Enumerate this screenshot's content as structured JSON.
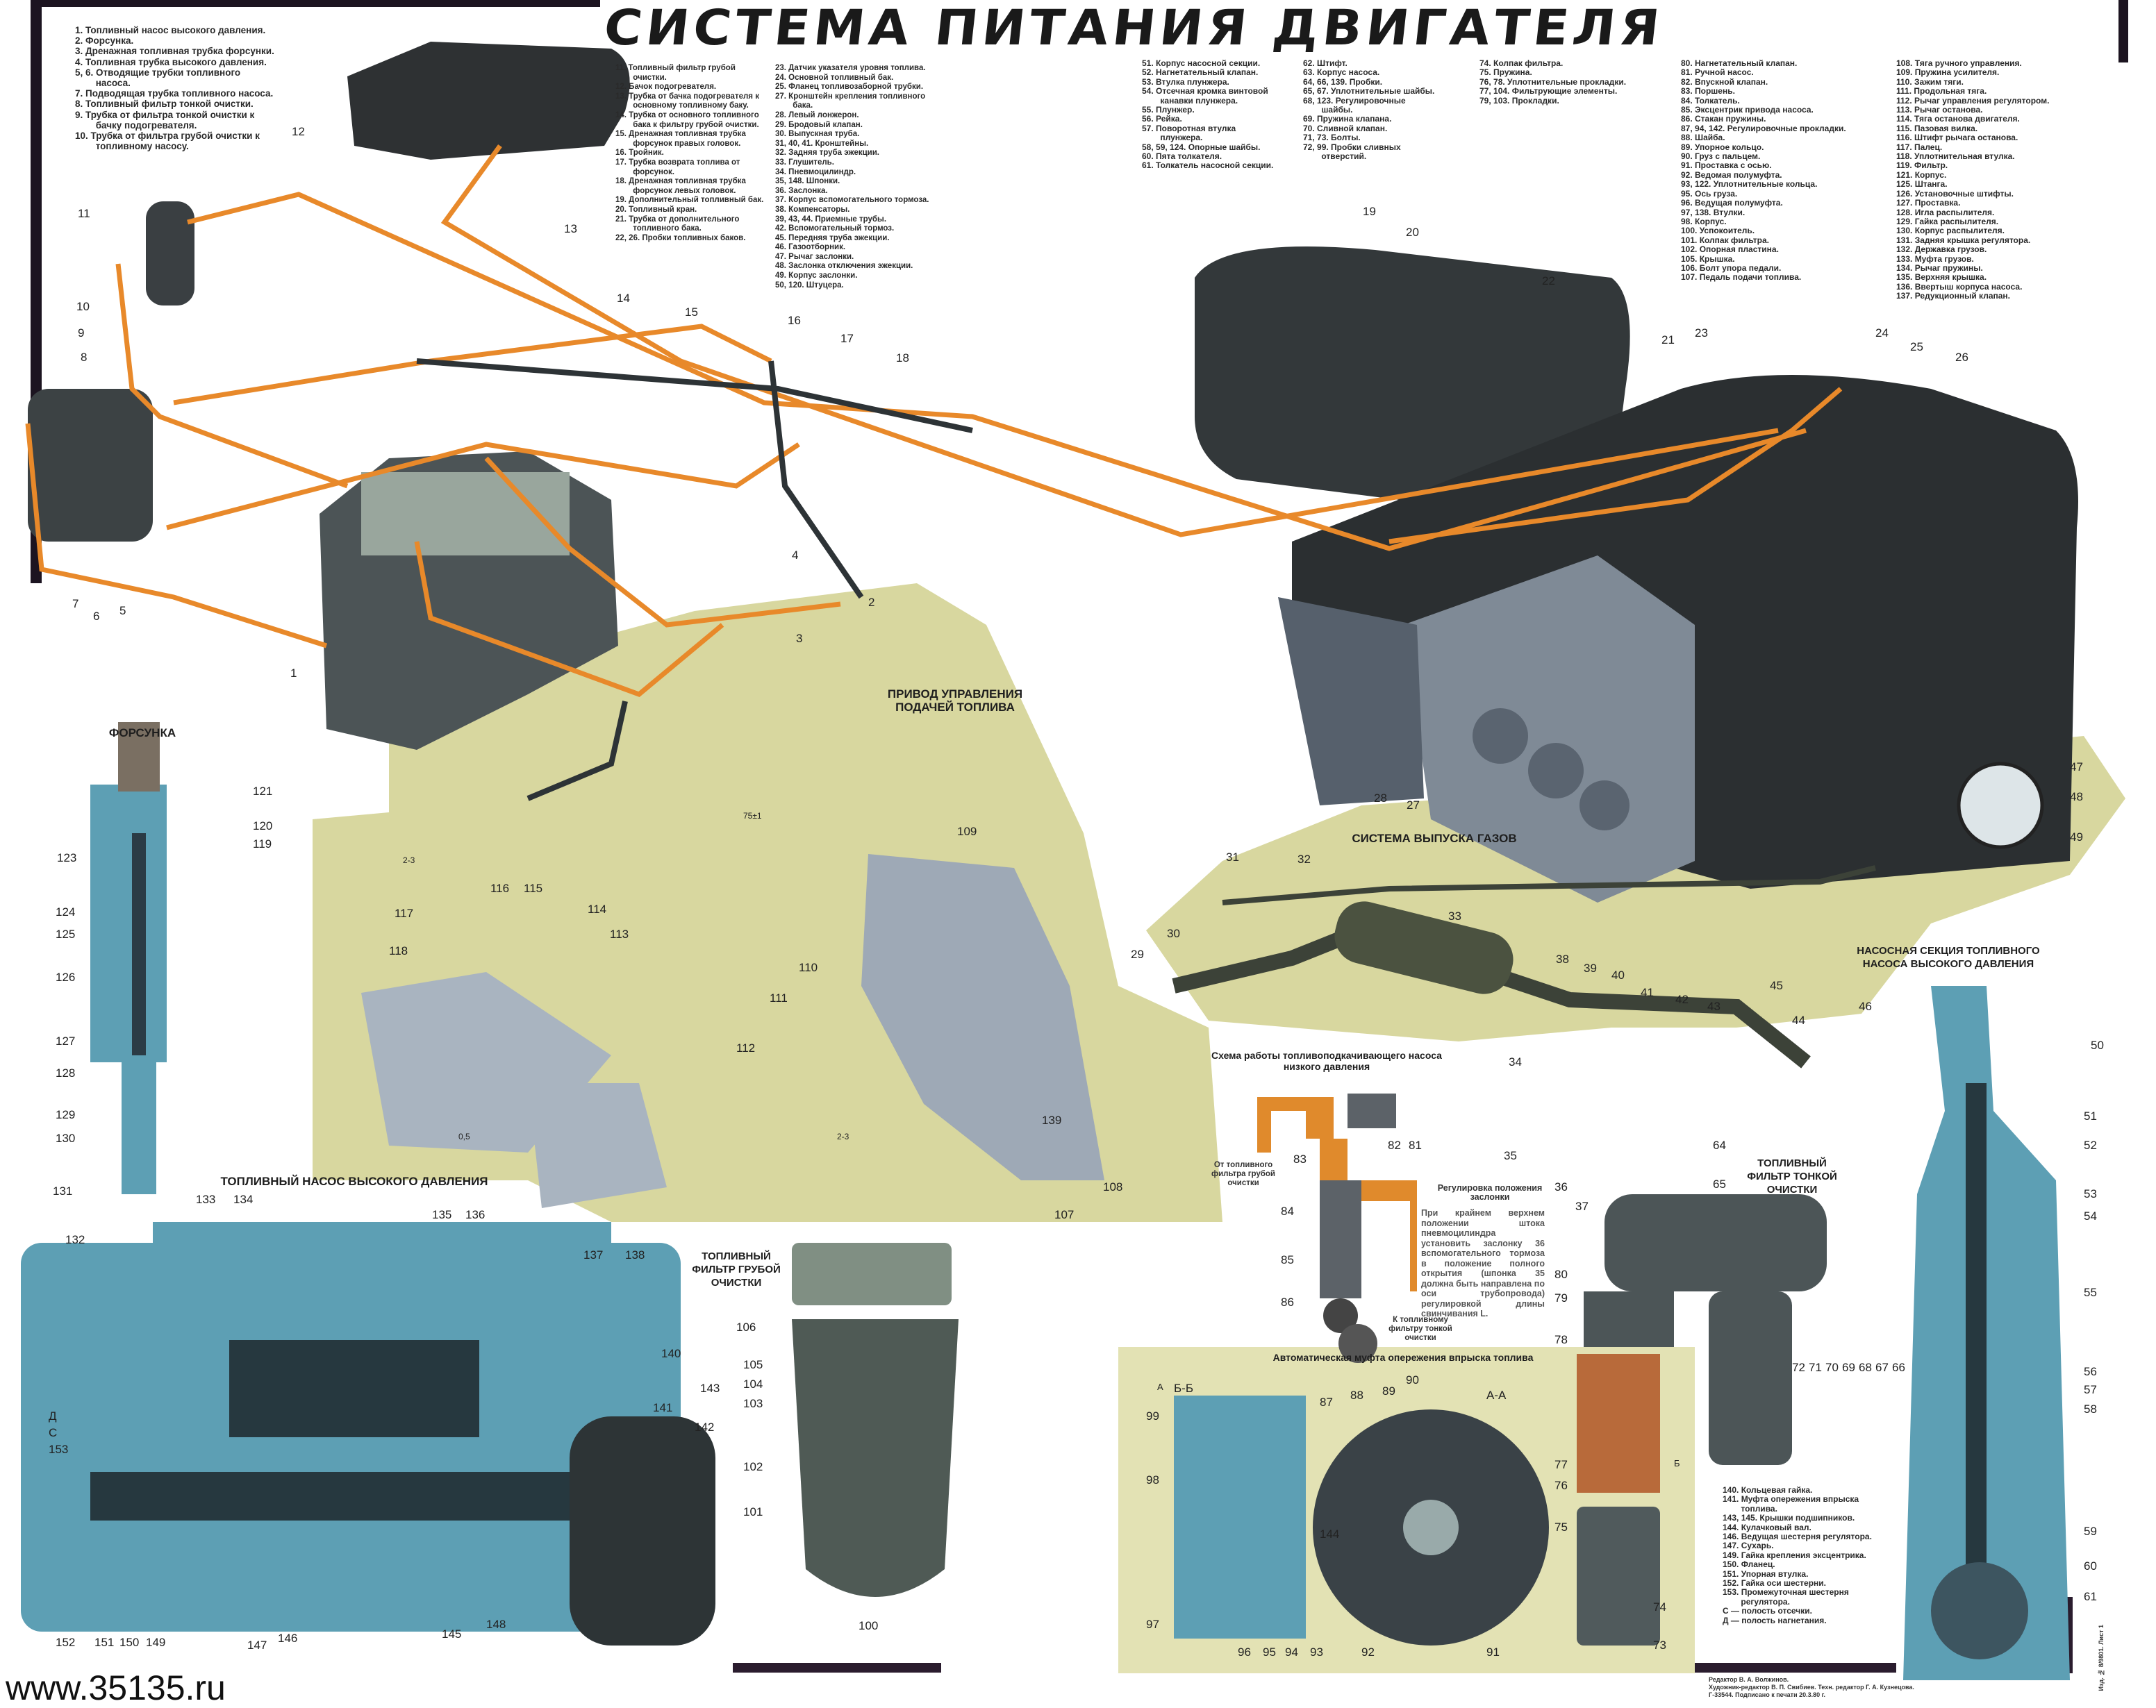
{
  "title": "СИСТЕМА ПИТАНИЯ ДВИГАТЕЛЯ",
  "website": "www.35135.ru",
  "colors": {
    "fuel_line": "#e8892a",
    "tank": "#2e3234",
    "panel_bg": "#d8d79f",
    "section_blue": "#5d9fb4",
    "pedal_panel": "#9ea9b6"
  },
  "legend": {
    "col1": [
      "1. Топливный насос высокого давления.",
      "2. Форсунка.",
      "3. Дренажная топливная трубка форсунки.",
      "4. Топливная трубка высокого давления.",
      "5, 6. Отводящие трубки топливного насоса.",
      "7. Подводящая трубка топливного насоса.",
      "8. Топливный фильтр тонкой очистки.",
      "9. Трубка от фильтра тонкой очистки к бачку подогревателя.",
      "10. Трубка от фильтра грубой очистки к топливному насосу."
    ],
    "col2": [
      "11. Топливный фильтр грубой очистки.",
      "12. Бачок подогревателя.",
      "13. Трубка от бачка подогревателя к основному топливному баку.",
      "14. Трубка от основного топливного бака к фильтру грубой очистки.",
      "15. Дренажная топливная трубка форсунок правых головок.",
      "16. Тройник.",
      "17. Трубка возврата топлива от форсунок.",
      "18. Дренажная топливная трубка форсунок левых головок.",
      "19. Дополнительный топливный бак.",
      "20. Топливный кран.",
      "21. Трубка от дополнительного топливного бака.",
      "22, 26. Пробки топливных баков."
    ],
    "col3": [
      "23. Датчик указателя уровня топлива.",
      "24. Основной топливный бак.",
      "25. Фланец топливозаборной трубки.",
      "27. Кронштейн крепления топливного бака.",
      "28. Левый лонжерон.",
      "29. Бродовый клапан.",
      "30. Выпускная труба.",
      "31, 40, 41. Кронштейны.",
      "32. Задняя труба эжекции.",
      "33. Глушитель.",
      "34. Пневмоцилиндр.",
      "35, 148. Шпонки.",
      "36. Заслонка.",
      "37. Корпус вспомогательного тормоза.",
      "38. Компенсаторы.",
      "39, 43, 44. Приемные трубы.",
      "42. Вспомогательный тормоз.",
      "45. Передняя труба эжекции.",
      "46. Газоотборник.",
      "47. Рычаг заслонки.",
      "48. Заслонка отключения эжекции.",
      "49. Корпус заслонки.",
      "50, 120. Штуцера."
    ],
    "col4": [
      "51. Корпус насосной секции.",
      "52. Нагнетательный клапан.",
      "53. Втулка плунжера.",
      "54. Отсечная кромка винтовой канавки плунжера.",
      "55. Плунжер.",
      "56. Рейка.",
      "57. Поворотная втулка плунжера.",
      "58, 59, 124. Опорные шайбы.",
      "60. Пята толкателя.",
      "61. Толкатель насосной секции."
    ],
    "col5": [
      "62. Штифт.",
      "63. Корпус насоса.",
      "64, 66, 139. Пробки.",
      "65, 67. Уплотнительные шайбы.",
      "68, 123. Регулировочные шайбы.",
      "69. Пружина клапана.",
      "70. Сливной клапан.",
      "71, 73. Болты.",
      "72, 99. Пробки сливных отверстий."
    ],
    "col6": [
      "74. Колпак фильтра.",
      "75. Пружина.",
      "76, 78. Уплотнительные прокладки.",
      "77, 104. Фильтрующие элементы.",
      "79, 103. Прокладки."
    ],
    "col7": [
      "80. Нагнетательный клапан.",
      "81. Ручной насос.",
      "82. Впускной клапан.",
      "83. Поршень.",
      "84. Толкатель.",
      "85. Эксцентрик привода насоса.",
      "86. Стакан пружины.",
      "87, 94, 142. Регулировочные прокладки.",
      "88. Шайба.",
      "89. Упорное кольцо.",
      "90. Груз с пальцем.",
      "91. Проставка с осью.",
      "92. Ведомая полумуфта.",
      "93, 122. Уплотнительные кольца.",
      "95. Ось груза.",
      "96. Ведущая полумуфта.",
      "97, 138. Втулки.",
      "98. Корпус.",
      "100. Успокоитель.",
      "101. Колпак фильтра.",
      "102. Опорная пластина.",
      "105. Крышка.",
      "106. Болт упора педали.",
      "107. Педаль подачи топлива."
    ],
    "col8": [
      "108. Тяга ручного управления.",
      "109. Пружина усилителя.",
      "110. Зажим тяги.",
      "111. Продольная тяга.",
      "112. Рычаг управления регулятором.",
      "113. Рычаг останова.",
      "114. Тяга останова двигателя.",
      "115. Пазовая вилка.",
      "116. Штифт рычага останова.",
      "117. Палец.",
      "118. Уплотнительная втулка.",
      "119. Фильтр.",
      "121. Корпус.",
      "125. Штанга.",
      "126. Установочные штифты.",
      "127. Проставка.",
      "128. Игла распылителя.",
      "129. Гайка распылителя.",
      "130. Корпус распылителя.",
      "131. Задняя крышка регулятора.",
      "132. Державка грузов.",
      "133. Муфта грузов.",
      "134. Рычаг пружины.",
      "135. Верхняя крышка.",
      "136. Ввертыш корпуса насоса.",
      "137. Редукционный клапан."
    ],
    "col9": [
      "140. Кольцевая гайка.",
      "141. Муфта опережения впрыска топлива.",
      "143, 145. Крышки подшипников.",
      "144. Кулачковый вал.",
      "146. Ведущая шестерня регулятора.",
      "147. Сухарь.",
      "149. Гайка крепления эксцентрика.",
      "150. Фланец.",
      "151. Упорная втулка.",
      "152. Гайка оси шестерни.",
      "153. Промежуточная шестерня регулятора.",
      "С — полость отсечки.",
      "Д — полость нагнетания."
    ]
  },
  "sections": {
    "injector": "ФОРСУНКА",
    "hp_pump": "ТОПЛИВНЫЙ НАСОС ВЫСОКОГО ДАВЛЕНИЯ",
    "control_drive": "ПРИВОД УПРАВЛЕНИЯ ПОДАЧЕЙ ТОПЛИВА",
    "exhaust": "СИСТЕМА ВЫПУСКА ГАЗОВ",
    "lp_pump_scheme": "Схема работы топливоподкачивающего насоса низкого давления",
    "coarse_filter": "ТОПЛИВНЫЙ ФИЛЬТР ГРУБОЙ ОЧИСТКИ",
    "fine_filter": "ТОПЛИВНЫЙ ФИЛЬТР ТОНКОЙ ОЧИСТКИ",
    "pump_section": "НАСОСНАЯ СЕКЦИЯ ТОПЛИВНОГО НАСОСА ВЫСОКОГО ДАВЛЕНИЯ",
    "advance_clutch": "Автоматическая муфта опережения впрыска топлива"
  },
  "scheme_labels": {
    "from_filter": "От топливного фильтра грубой очистки",
    "to_filter": "К топливному фильтру тонкой очистки",
    "adjust_title": "Регулировка положения заслонки",
    "adjust_text": "При крайнем верхнем положении штока пневмоцилиндра установить заслонку 36 вспомогательного тормоза в положение полного открытия (шпонка 35 должна быть направлена по оси трубопровода) регулировкой длины свинчивания L."
  },
  "section_views": {
    "a": "А-А",
    "b": "Б-Б",
    "cut_a": "А",
    "cut_b": "Б"
  },
  "dims": {
    "d1": "2-3",
    "d2": "2-3",
    "d3": "0,5",
    "d4": "75±1"
  },
  "imprint": [
    "Редактор В. А. Волжинов.",
    "Художник-редактор В. П. Свибиев. Техн. редактор Г. А. Кузнецова.",
    "Г-33544. Подписано к печати 20.3.80 г.",
    "Изд. № 8/9801. Лист 1"
  ],
  "callouts": [
    "1",
    "2",
    "3",
    "4",
    "5",
    "6",
    "7",
    "8",
    "9",
    "10",
    "11",
    "12",
    "13",
    "14",
    "15",
    "16",
    "17",
    "18",
    "19",
    "20",
    "21",
    "22",
    "23",
    "24",
    "25",
    "26",
    "27",
    "28",
    "29",
    "30",
    "31",
    "32",
    "33",
    "34",
    "35",
    "36",
    "37",
    "38",
    "39",
    "40",
    "41",
    "42",
    "43",
    "44",
    "45",
    "46",
    "47",
    "48",
    "49",
    "50",
    "51",
    "52",
    "53",
    "54",
    "55",
    "56",
    "57",
    "58",
    "59",
    "60",
    "61",
    "64",
    "65",
    "66",
    "67",
    "68",
    "69",
    "70",
    "71",
    "72",
    "73",
    "74",
    "75",
    "76",
    "77",
    "78",
    "79",
    "80",
    "81",
    "82",
    "83",
    "84",
    "85",
    "86",
    "87",
    "88",
    "89",
    "90",
    "91",
    "92",
    "93",
    "94",
    "95",
    "96",
    "97",
    "98",
    "99",
    "100",
    "101",
    "102",
    "103",
    "104",
    "105",
    "106",
    "107",
    "108",
    "109",
    "110",
    "111",
    "112",
    "113",
    "114",
    "115",
    "116",
    "117",
    "118",
    "119",
    "120",
    "121",
    "123",
    "124",
    "125",
    "126",
    "127",
    "128",
    "129",
    "130",
    "131",
    "132",
    "133",
    "134",
    "135",
    "136",
    "137",
    "138",
    "139",
    "140",
    "141",
    "142",
    "143",
    "144",
    "145",
    "146",
    "147",
    "148",
    "149",
    "150",
    "151",
    "152",
    "153",
    "С",
    "Д"
  ]
}
